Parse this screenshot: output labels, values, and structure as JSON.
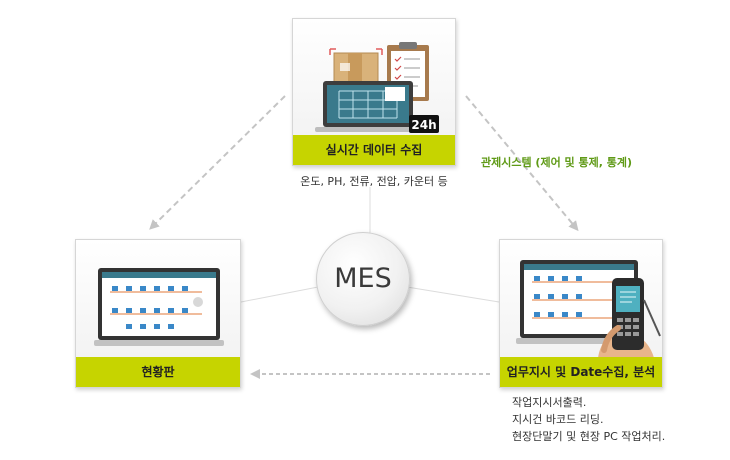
{
  "center": {
    "label": "MES"
  },
  "nodes": {
    "top": {
      "label": "실시간 데이터 수집",
      "description": "온도, PH, 전류, 전압, 카운터 등",
      "badge": "24h"
    },
    "left": {
      "label": "현황판"
    },
    "right": {
      "label": "업무지시 및 Date수집, 분석",
      "details": [
        "작업지시서출력.",
        "지시건 바코드 리딩.",
        "현장단말기 및 현장 PC 작업처리."
      ]
    }
  },
  "edges": {
    "top_to_right": {
      "label": "관제시스템 (제어 및 통제, 통계)"
    }
  },
  "colors": {
    "label_bg": "#c6d400",
    "accent_text": "#5f9a16",
    "arrow": "#c4c4c4",
    "connector": "#dcdcdc",
    "screen_bg": "#3a7a8c"
  },
  "icons": [
    "box-icon",
    "clipboard-icon",
    "laptop-icon",
    "clock-24h-icon",
    "handheld-scanner-icon"
  ]
}
